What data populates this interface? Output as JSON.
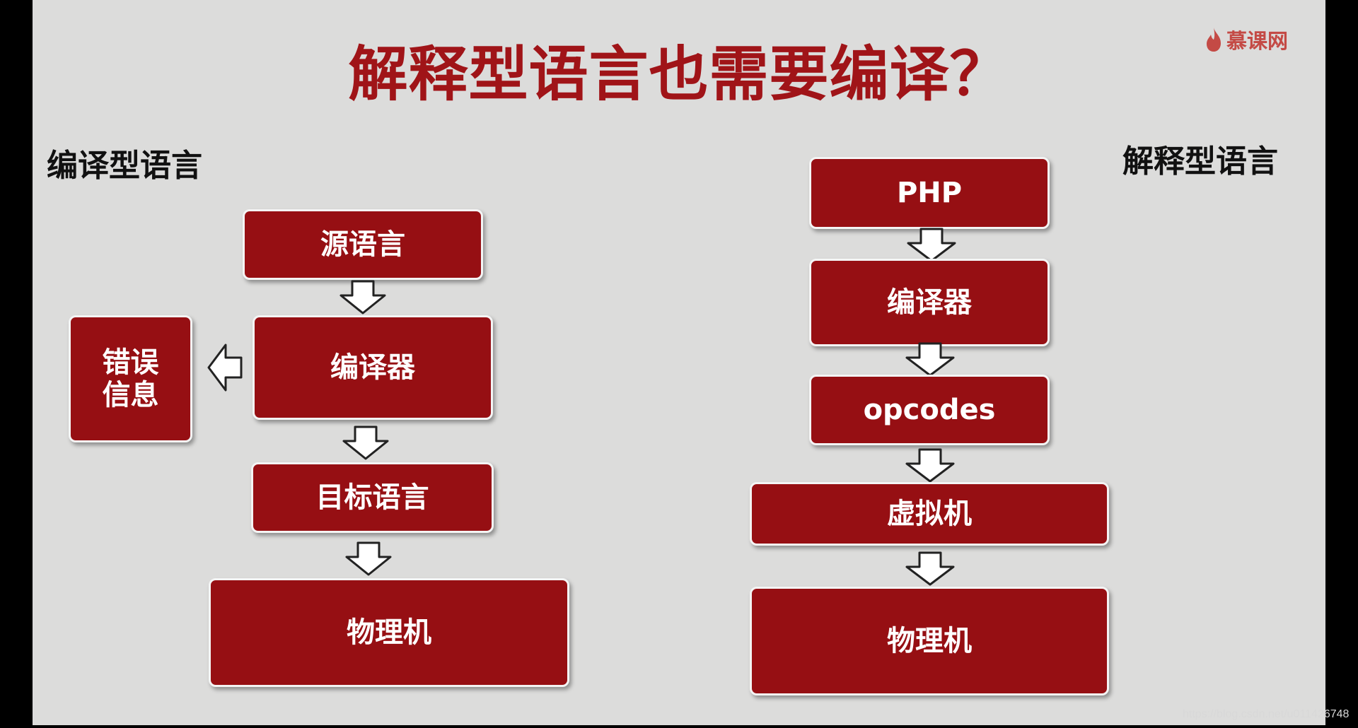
{
  "title": "解释型语言也需要编译？",
  "logo": {
    "text": "慕课网",
    "icon": "flame-icon",
    "color": "#c44a45"
  },
  "left": {
    "label": "编译型语言",
    "boxes": {
      "source": "源语言",
      "compiler": "编译器",
      "error_line1": "错误",
      "error_line2": "信息",
      "target": "目标语言",
      "machine": "物理机"
    }
  },
  "right": {
    "label": "解释型语言",
    "boxes": {
      "php": "PHP",
      "compiler": "编译器",
      "opcodes": "opcodes",
      "vm": "虚拟机",
      "machine": "物理机"
    }
  },
  "watermark": "https://blog.csdn.net/u011426748",
  "colors": {
    "accent": "#960f13",
    "title": "#a01418",
    "background": "#dcdcdb"
  }
}
